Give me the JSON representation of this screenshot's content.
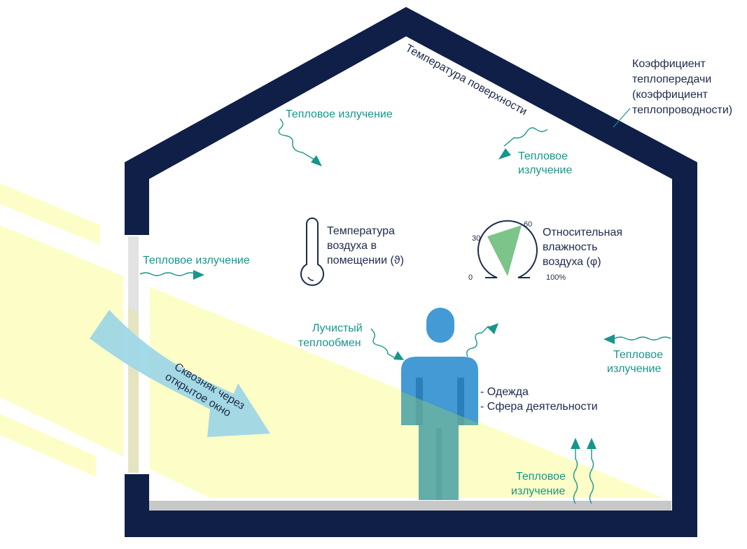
{
  "colors": {
    "wall": "#0f1f47",
    "teal": "#17968a",
    "sun": "#fdfdc8",
    "draft": "#9fd7e6",
    "person": "#2f8fd0",
    "humidity": "#7cc48a"
  },
  "labels": {
    "surface_temp": "Температура поверхности",
    "transfer_coef": [
      "Коэффициент",
      "теплопередачи",
      "(коэффициент",
      "теплопроводности)"
    ],
    "radiation_top_left": "Тепловое излучение",
    "radiation_top_right": [
      "Тепловое",
      "излучение"
    ],
    "radiation_window": "Тепловое излучение",
    "radiation_right": [
      "Тепловое",
      "излучение"
    ],
    "radiation_floor": [
      "Тепловое",
      "излучение"
    ],
    "air_temp": [
      "Температура",
      "воздуха в",
      "помещении (ϑ)"
    ],
    "humidity": [
      "Относительная",
      "влажность",
      "воздуха (φ)"
    ],
    "radiant_exchange": [
      "Лучистый",
      "теплообмен"
    ],
    "person_factors": [
      "- Одежда",
      "- Сфера деятельности"
    ],
    "draft": [
      "Сквозняк через",
      "открытое окно"
    ]
  },
  "humidity_gauge": {
    "ticks": [
      "0",
      "30",
      "60",
      "100%"
    ],
    "comfort_range": [
      30,
      60
    ]
  }
}
